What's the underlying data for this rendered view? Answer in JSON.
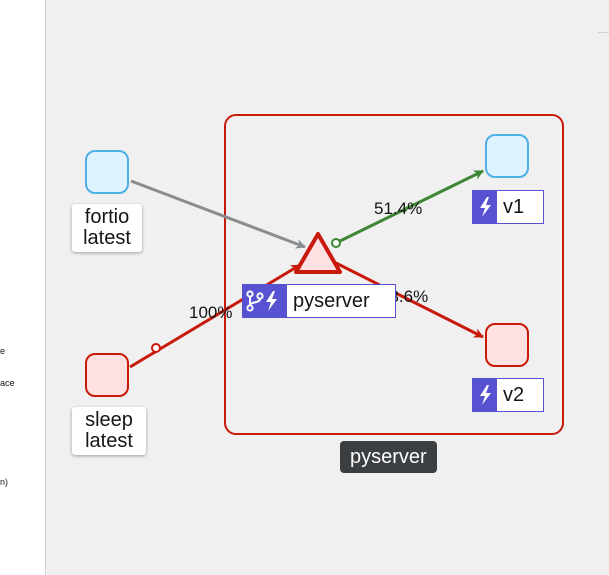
{
  "left_panel": {
    "fragments": [
      "e",
      "ace",
      "n)"
    ]
  },
  "graph": {
    "box_label": "pyserver",
    "nodes": {
      "fortio": {
        "line1": "fortio",
        "line2": "latest"
      },
      "sleep": {
        "line1": "sleep",
        "line2": "latest"
      },
      "service": {
        "name": "pyserver",
        "icons": [
          "git-branch-icon",
          "bolt-icon"
        ]
      },
      "v1": {
        "version": "v1",
        "icon": "bolt-icon"
      },
      "v2": {
        "version": "v2",
        "icon": "bolt-icon"
      }
    },
    "edges": {
      "sleep_to_service": "100%",
      "service_to_v1": "51.4%",
      "service_to_v2": "48.6%"
    },
    "colors": {
      "error": "#c9190b",
      "healthy": "#3e8635",
      "neutral": "#8a8d90",
      "version_badge": "#5752d1",
      "node_ok_fill": "#def3ff",
      "node_ok_border": "#4fb0e4",
      "node_err_fill": "#ffe1e1",
      "box_label_bg": "#3c3f42"
    }
  }
}
